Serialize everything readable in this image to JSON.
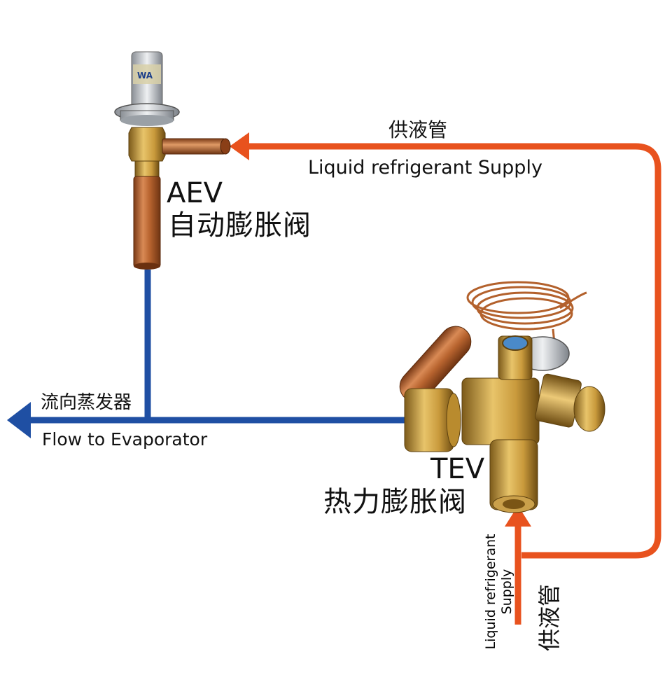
{
  "colors": {
    "supply_line": "#e8521e",
    "evaporator_line": "#1f4fa3",
    "copper": "#b8642f",
    "brass": "#c99a3c",
    "text": "#111111"
  },
  "labels": {
    "supply_cn": "供液管",
    "supply_en": "Liquid refrigerant Supply",
    "aev_code": "AEV",
    "aev_cn": "自动膨胀阀",
    "evap_cn": "流向蒸发器",
    "evap_en": "Flow to Evaporator",
    "tev_code": "TEV",
    "tev_cn": "热力膨胀阀",
    "inlet_en_line1": "Liquid refrigerant",
    "inlet_en_line2": "Supply",
    "inlet_cn": "供液管"
  },
  "components": {
    "aev_badge_text": "WA"
  }
}
